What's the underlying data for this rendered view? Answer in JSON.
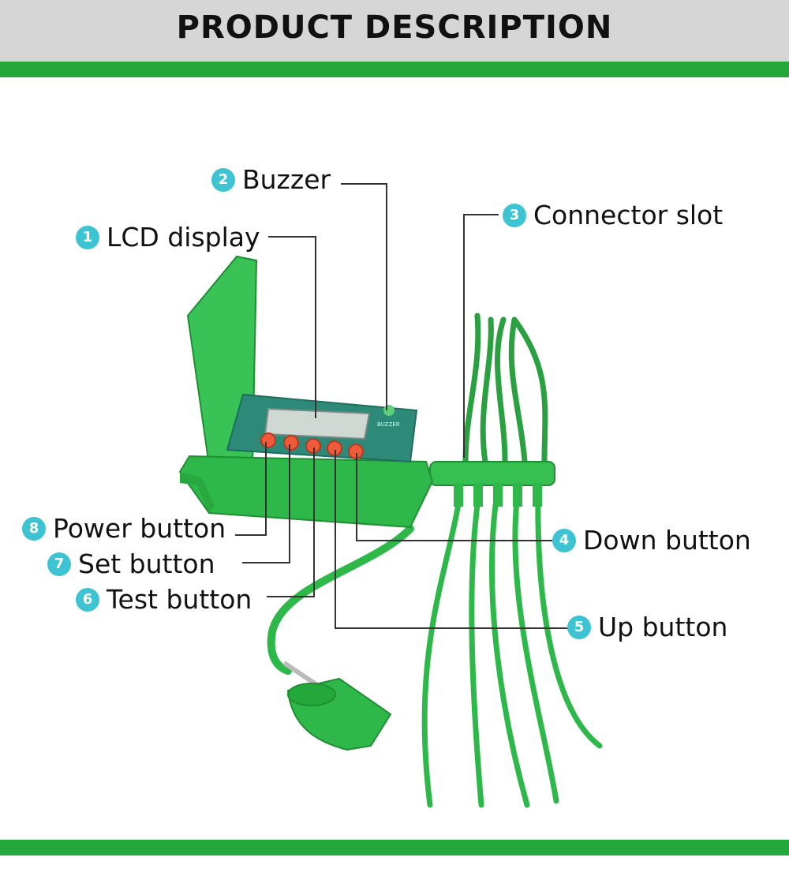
{
  "header": {
    "title": "PRODUCT DESCRIPTION"
  },
  "device": {
    "buzzer_marking": "BUZZER"
  },
  "callouts": [
    {
      "number": "1",
      "label": "LCD display"
    },
    {
      "number": "2",
      "label": "Buzzer"
    },
    {
      "number": "3",
      "label": "Connector slot"
    },
    {
      "number": "4",
      "label": "Down button"
    },
    {
      "number": "5",
      "label": "Up button"
    },
    {
      "number": "6",
      "label": "Test button"
    },
    {
      "number": "7",
      "label": "Set button"
    },
    {
      "number": "8",
      "label": "Power button"
    }
  ],
  "colors": {
    "header_bg": "#d6d6d6",
    "accent_green": "#24a83b",
    "badge": "#3ec3d2",
    "device_green": "#2fb84a"
  }
}
